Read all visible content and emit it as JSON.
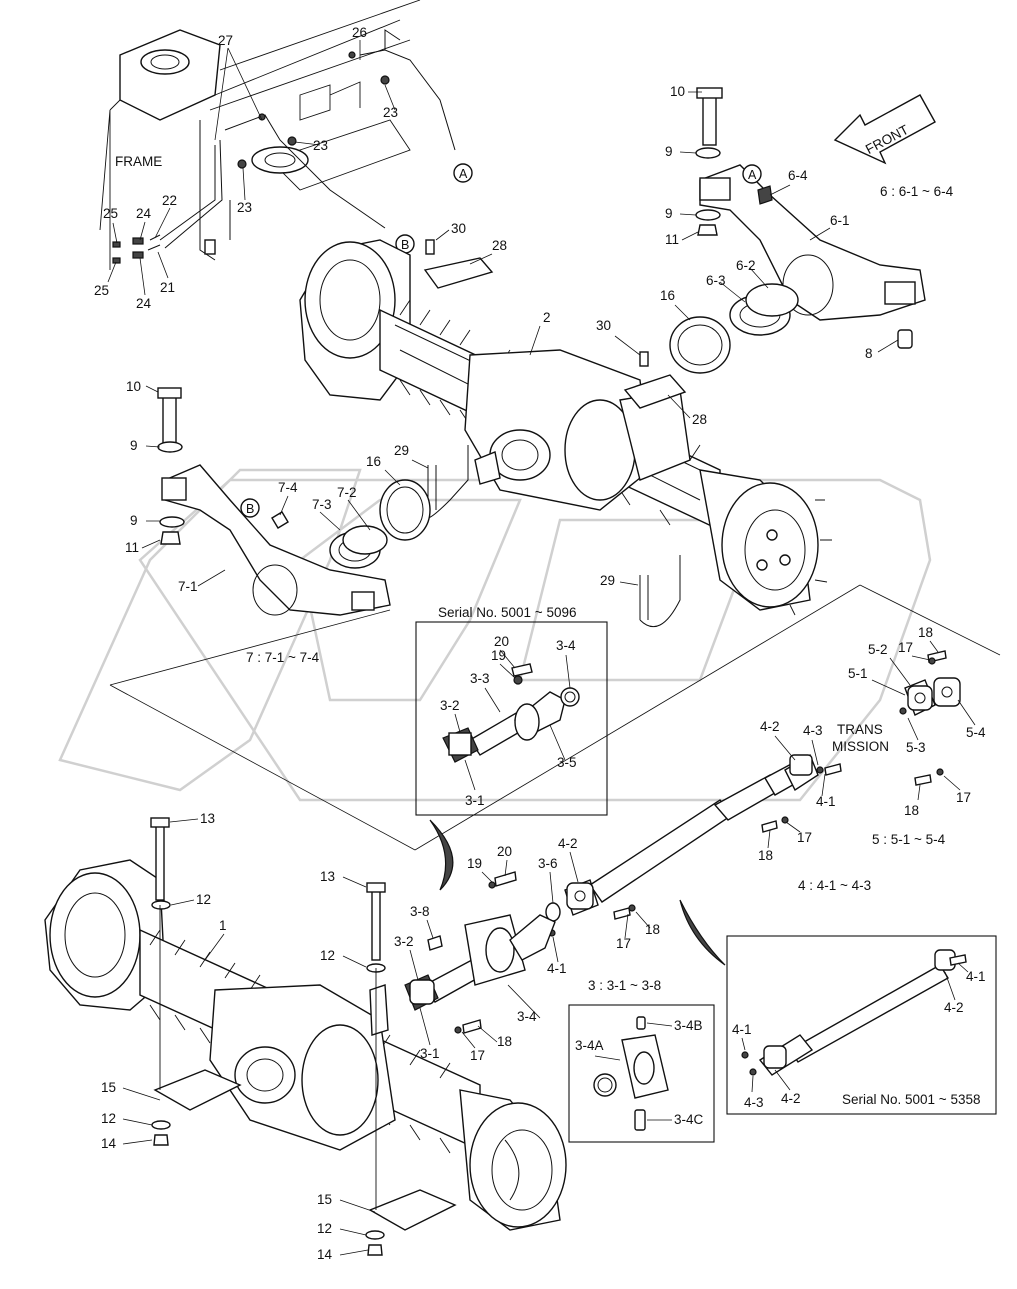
{
  "labels": {
    "frame": "FRAME",
    "front": "FRONT",
    "trans": "TRANS",
    "mission": "MISSION",
    "serial_a": "Serial No. 5001 ~ 5096",
    "serial_b": "Serial No. 5001 ~ 5358",
    "group_6": "6 : 6-1 ~ 6-4",
    "group_7": "7 : 7-1 ~ 7-4",
    "group_5": "5 : 5-1 ~ 5-4",
    "group_4": "4 : 4-1 ~ 4-3",
    "group_3": "3 : 3-1 ~ 3-8",
    "callout_a": "A",
    "callout_b": "B",
    "watermark": "OPEX"
  },
  "parts": {
    "p1": "1",
    "p2": "2",
    "p3_1": "3-1",
    "p3_2": "3-2",
    "p3_3": "3-3",
    "p3_4": "3-4",
    "p3_5": "3-5",
    "p3_6": "3-6",
    "p3_8": "3-8",
    "p3_4a": "3-4A",
    "p3_4b": "3-4B",
    "p3_4c": "3-4C",
    "p4_1": "4-1",
    "p4_2": "4-2",
    "p4_3": "4-3",
    "p5_1": "5-1",
    "p5_2": "5-2",
    "p5_3": "5-3",
    "p5_4": "5-4",
    "p6_1": "6-1",
    "p6_2": "6-2",
    "p6_3": "6-3",
    "p6_4": "6-4",
    "p7_1": "7-1",
    "p7_2": "7-2",
    "p7_3": "7-3",
    "p7_4": "7-4",
    "p8": "8",
    "p9": "9",
    "p10": "10",
    "p11": "11",
    "p12": "12",
    "p13": "13",
    "p14": "14",
    "p15": "15",
    "p16": "16",
    "p17": "17",
    "p18": "18",
    "p19": "19",
    "p20": "20",
    "p21": "21",
    "p22": "22",
    "p23": "23",
    "p24": "24",
    "p25": "25",
    "p26": "26",
    "p27": "27",
    "p28": "28",
    "p29": "29",
    "p30": "30"
  }
}
